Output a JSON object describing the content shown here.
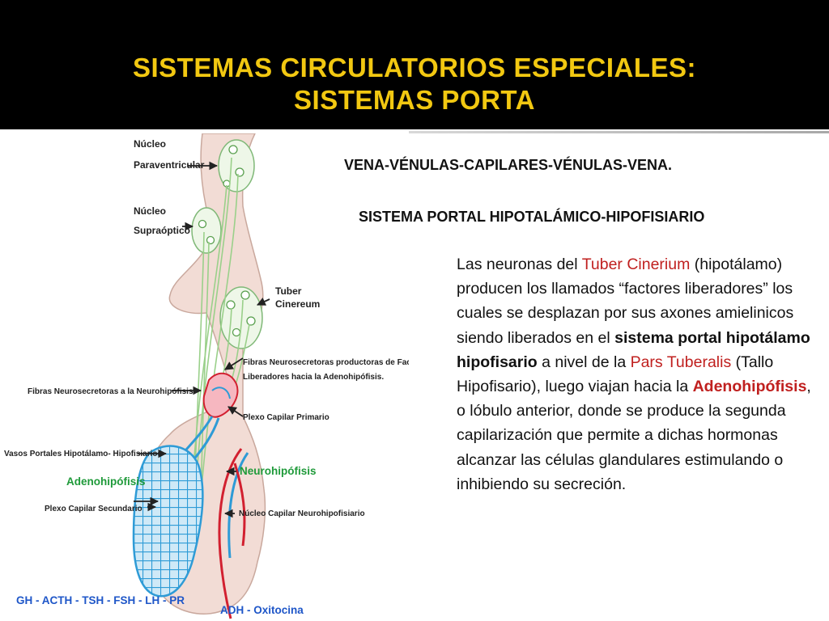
{
  "slide": {
    "title_line1": "SISTEMAS CIRCULATORIOS ESPECIALES:",
    "title_line2": "SISTEMAS PORTA",
    "heading1": "VENA-VÉNULAS-CAPILARES-VÉNULAS-VENA.",
    "heading2": "SISTEMA PORTAL HIPOTALÁMICO-HIPOFISIARIO",
    "paragraph": {
      "p1": "Las neuronas del ",
      "tuber": "Tuber Cinerium",
      "p2": " (hipotálamo) producen los llamados “factores liberadores” los cuales se desplazan por sus axones amielinicos siendo liberados en el ",
      "bold1": "sistema portal hipotálamo hipofisario",
      "p3": " a nivel de la ",
      "pars": "Pars Tuberalis",
      "p4": " (Tallo Hipofisario), luego viajan hacia la ",
      "adeno": "Adenohipófisis",
      "p5": ", o lóbulo anterior, donde se produce la segunda capilarización que permite a dichas hormonas alcanzar las células glandulares estimulando o inhibiendo su secreción."
    }
  },
  "diagram": {
    "labels": {
      "nucleo_paraventricular_1": "Núcleo",
      "nucleo_paraventricular_2": "Paraventricular",
      "nucleo_supraoptico_1": "Núcleo",
      "nucleo_supraoptico_2": "Supraóptico",
      "tuber_1": "Tuber",
      "tuber_2": "Cinereum",
      "fibras_factores_1": "Fibras Neurosecretoras productoras de Factores",
      "fibras_factores_2": "Liberadores hacia la Adenohipófisis.",
      "fibras_neuro": "Fibras Neurosecretoras a la Neurohipófisis",
      "plexo_primario": "Plexo Capilar Primario",
      "vasos_portales": "Vasos Portales Hipotálamo- Hipofisiarios",
      "neurohipofisis": "Neurohipófisis",
      "adenohipofisis": "Adenohipófisis",
      "plexo_secundario": "Plexo Capilar Secundario",
      "nucleo_capilar": "Núcleo Capilar Neurohipofisiario",
      "hormonas_adeno": "GH - ACTH - TSH - FSH - LH - PR",
      "hormonas_neuro": "ADH - Oxitocina"
    },
    "colors": {
      "title_yellow": "#f2c811",
      "label_green": "#1f9a3a",
      "label_blue": "#1e56c8",
      "tissue": "#f2dcd5",
      "capillary_blue": "#2e9bd6",
      "vessel_red": "#d22030",
      "axon_green": "#9ad08a"
    }
  }
}
